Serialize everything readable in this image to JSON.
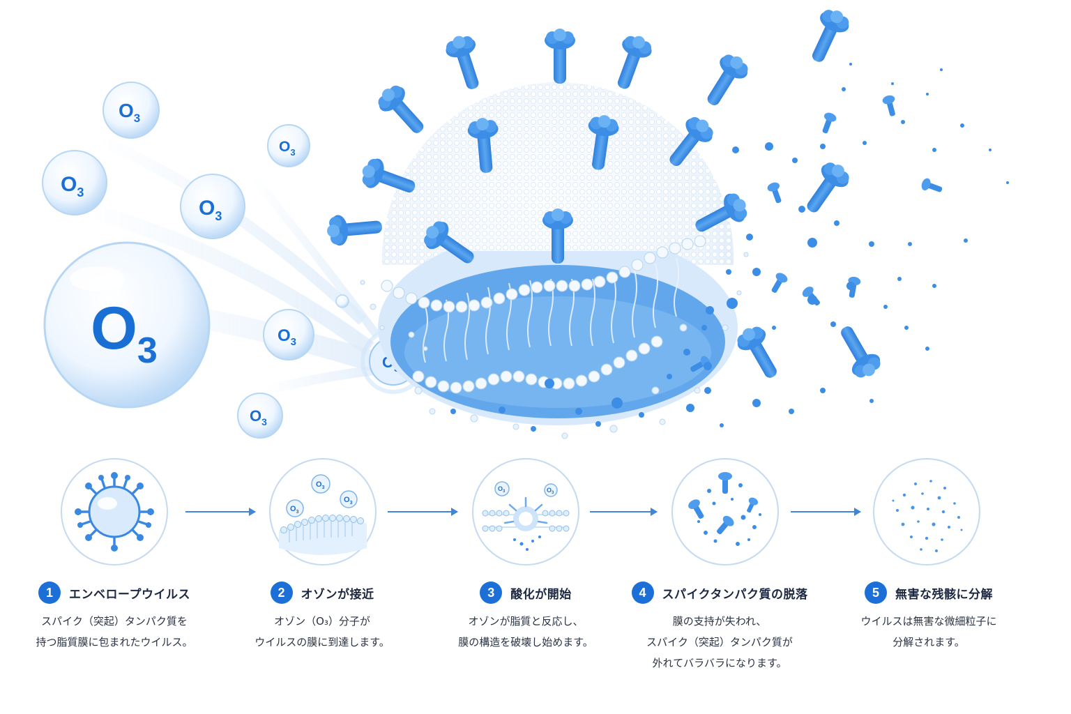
{
  "hero": {
    "ozone_label": "O",
    "ozone_subscript": "3"
  },
  "steps": [
    {
      "number": "1",
      "title": "エンベロープウイルス",
      "description": "スパイク（突起）タンパク質を\n持つ脂質膜に包まれたウイルス。",
      "icon": "enveloped-virus-icon"
    },
    {
      "number": "2",
      "title": "オゾンが接近",
      "description": "オゾン（O₃）分子が\nウイルスの膜に到達します。",
      "icon": "ozone-approach-icon"
    },
    {
      "number": "3",
      "title": "酸化が開始",
      "description": "オゾンが脂質と反応し、\n膜の構造を破壊し始めます。",
      "icon": "oxidation-icon"
    },
    {
      "number": "4",
      "title": "スパイクタンパク質の脱落",
      "description": "膜の支持が失われ、\nスパイク（突起）タンパク質が\n外れてバラバラになります。",
      "icon": "spike-detach-icon"
    },
    {
      "number": "5",
      "title": "無害な残骸に分解",
      "description": "ウイルスは無害な微細粒子に\n分解されます。",
      "icon": "harmless-particles-icon"
    }
  ],
  "colors": {
    "accent": "#1b6fd6",
    "spike": "#3b8de6",
    "bubble": "#e8f3ff"
  }
}
